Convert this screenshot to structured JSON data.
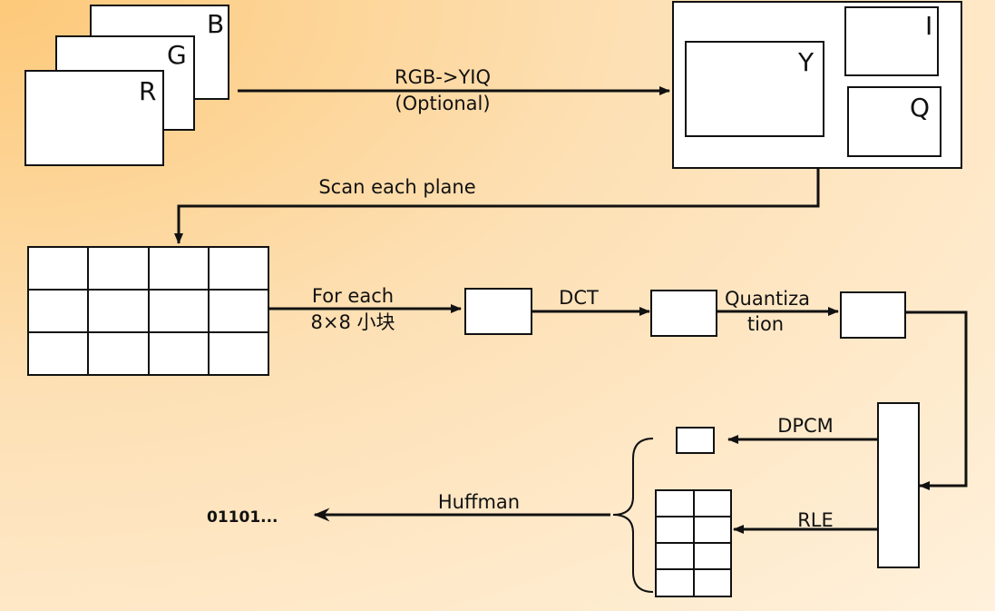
{
  "planes": {
    "r": "R",
    "g": "G",
    "b": "B"
  },
  "yiq": {
    "y": "Y",
    "i": "I",
    "q": "Q"
  },
  "labels": {
    "convert_line1": "RGB->YIQ",
    "convert_line2": "(Optional)",
    "scan": "Scan each plane",
    "foreach_line1": "For each",
    "foreach_line2": "8×8 小块",
    "dct": "DCT",
    "quant_line1": "Quantiza",
    "quant_line2": "tion",
    "dpcm": "DPCM",
    "rle": "RLE",
    "huffman": "Huffman",
    "output": "01101..."
  }
}
